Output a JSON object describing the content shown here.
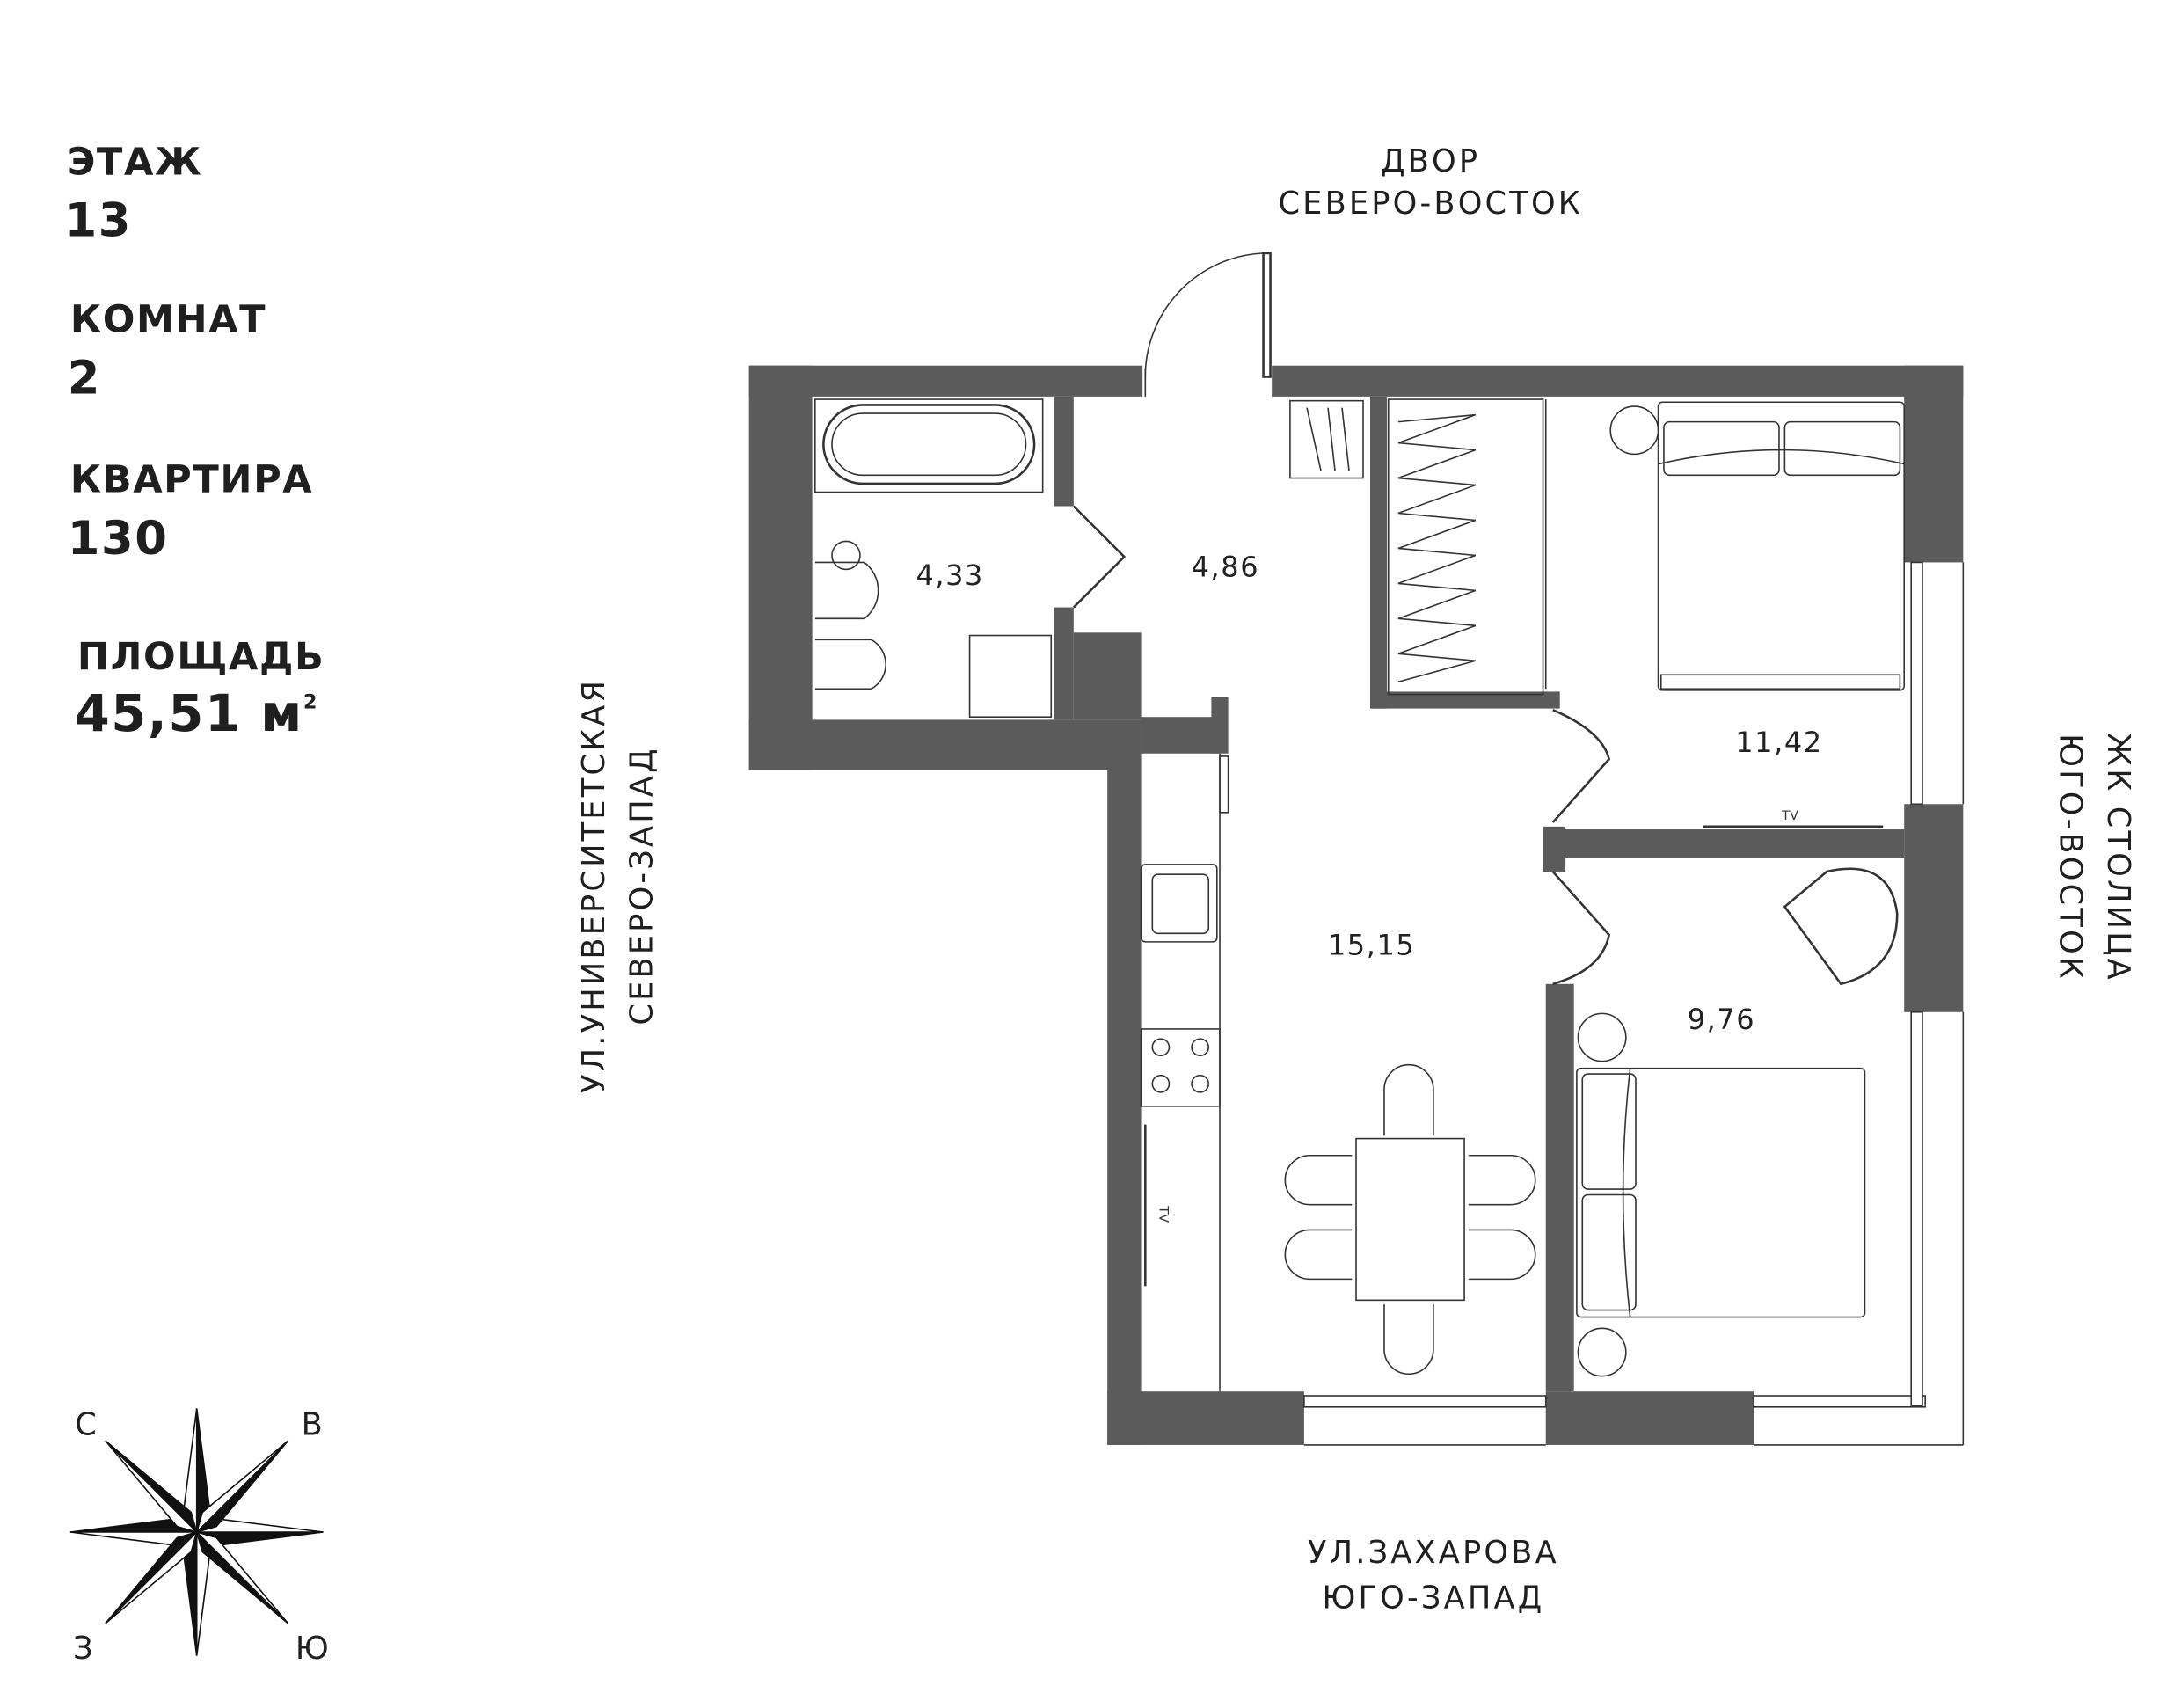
{
  "info": {
    "floor_label": "ЭТАЖ",
    "floor_value": "13",
    "rooms_label": "КОМНАТ",
    "rooms_value": "2",
    "apartment_label": "КВАРТИРА",
    "apartment_value": "130",
    "area_label": "ПЛОЩАДЬ",
    "area_value": "45,51 м",
    "area_unit_sup": "2"
  },
  "directions": {
    "top_line1": "ДВОР",
    "top_line2": "СЕВЕРО-ВОСТОК",
    "left_line1": "УЛ.УНИВЕРСИТЕТСКАЯ",
    "left_line2": "СЕВЕРО-ЗАПАД",
    "right_line1": "ЖК СТОЛИЦА",
    "right_line2": "ЮГО-ВОСТОК",
    "bottom_line1": "УЛ.ЗАХАРОВА",
    "bottom_line2": "ЮГО-ЗАПАД"
  },
  "rooms": {
    "bathroom": "4,33",
    "hallway": "4,86",
    "bedroom_large": "11,42",
    "kitchen_living": "15,15",
    "bedroom_small": "9,76"
  },
  "tv_labels": {
    "bedroom": "TV",
    "kitchen": "TV"
  },
  "compass": {
    "north": "С",
    "east": "В",
    "west": "З",
    "south": "Ю"
  },
  "colors": {
    "wall": "#5b5b5b",
    "text": "#1f1f1f"
  }
}
